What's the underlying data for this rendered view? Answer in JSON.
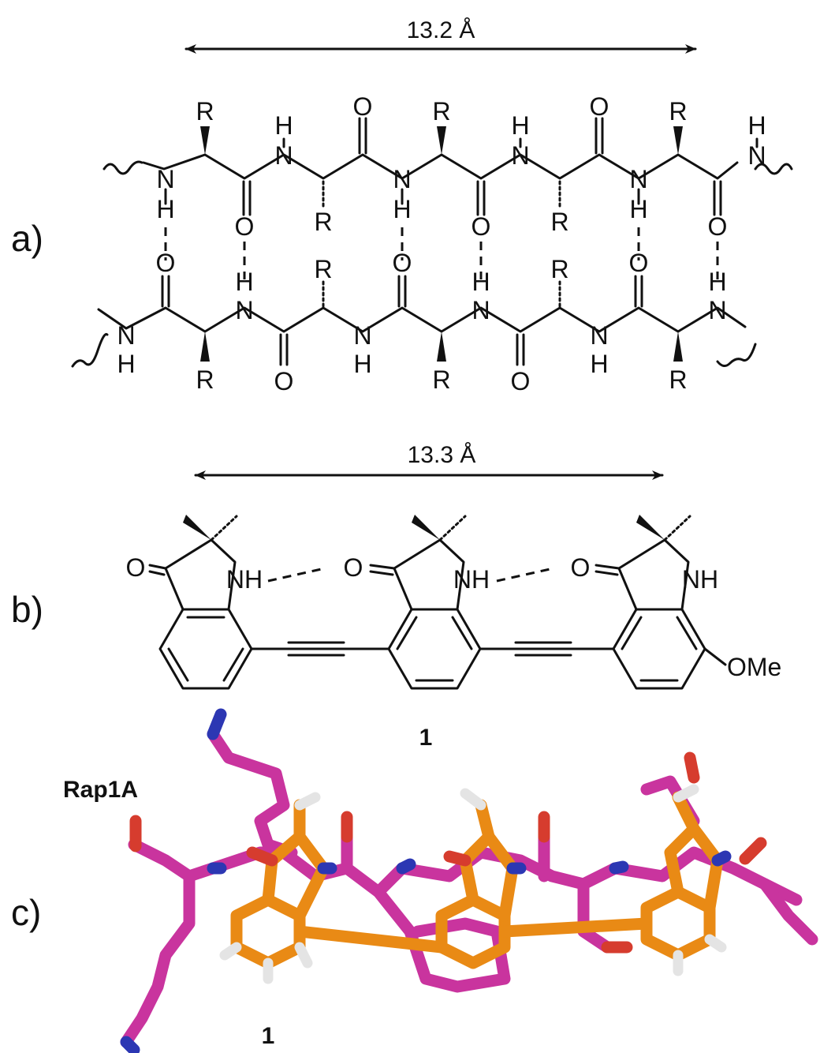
{
  "panels": {
    "a": {
      "label": "a)",
      "distance": "13.2 Å",
      "atoms": {
        "r": "R",
        "n": "N",
        "h": "H",
        "o": "O"
      }
    },
    "b": {
      "label": "b)",
      "distance": "13.3 Å",
      "atoms": {
        "o": "O",
        "nh": "NH",
        "ome": "OMe"
      },
      "compound_label": "1"
    },
    "c": {
      "label": "c)",
      "protein_label": "Rap1A",
      "compound_label": "1"
    }
  },
  "colors": {
    "protein_carbon": "#c9349e",
    "ligand_carbon": "#e98a15",
    "nitrogen": "#2c37b3",
    "oxygen": "#d63c2e",
    "hydrogen": "#e4e4e4"
  }
}
